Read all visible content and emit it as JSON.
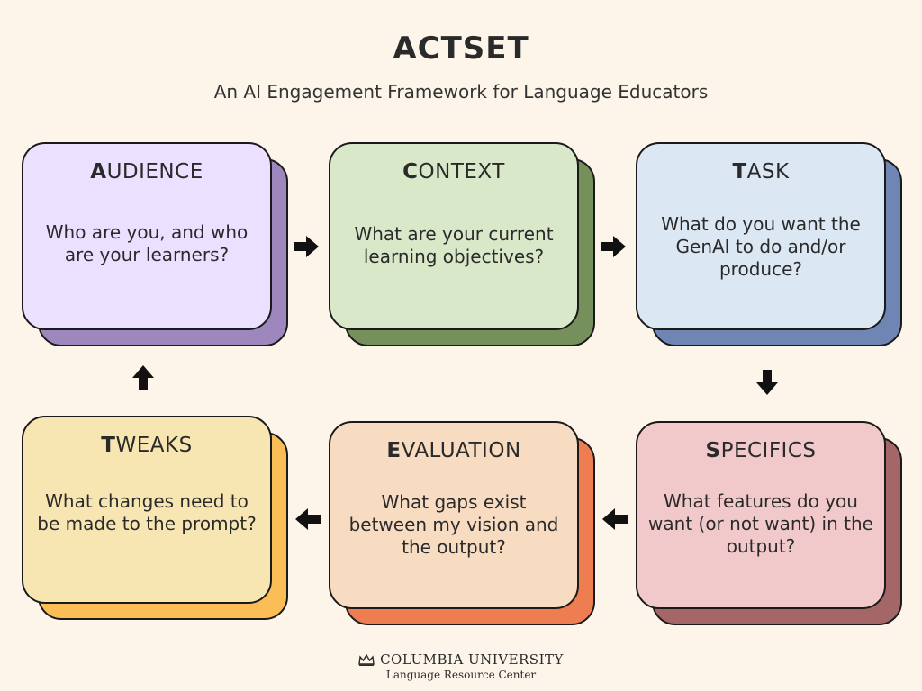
{
  "header": {
    "title": "ACTSET",
    "subtitle": "An AI Engagement Framework for Language Educators"
  },
  "cards": {
    "audience": {
      "first": "A",
      "rest": "UDIENCE",
      "question": "Who are you, and who are your learners?",
      "face": "#ebe0ff",
      "shadow": "#9d87bc"
    },
    "context": {
      "first": "C",
      "rest": "ONTEXT",
      "question": "What are your current learning objectives?",
      "face": "#d9e8c8",
      "shadow": "#76905c"
    },
    "task": {
      "first": "T",
      "rest": "ASK",
      "question": "What do you want the GenAI to do and/or produce?",
      "face": "#dbe7f2",
      "shadow": "#6f86b4"
    },
    "specifics": {
      "first": "S",
      "rest": "PECIFICS",
      "question": "What features do you want (or not want) in the output?",
      "face": "#f1c9cb",
      "shadow": "#a56668"
    },
    "evaluation": {
      "first": "E",
      "rest": "VALUATION",
      "question": "What gaps exist between my vision and the output?",
      "face": "#f8dcc1",
      "shadow": "#ee7d52"
    },
    "tweaks": {
      "first": "T",
      "rest": "WEAKS",
      "question": "What changes need to be made to the prompt?",
      "face": "#f8e6b2",
      "shadow": "#fbbd55"
    }
  },
  "footer": {
    "university": "COLUMBIA UNIVERSITY",
    "center": "Language Resource Center"
  },
  "icons": {
    "arrow": "arrow-icon",
    "crown": "crown-icon"
  },
  "colors": {
    "background": "#fdf5ea",
    "arrow": "#111111"
  }
}
